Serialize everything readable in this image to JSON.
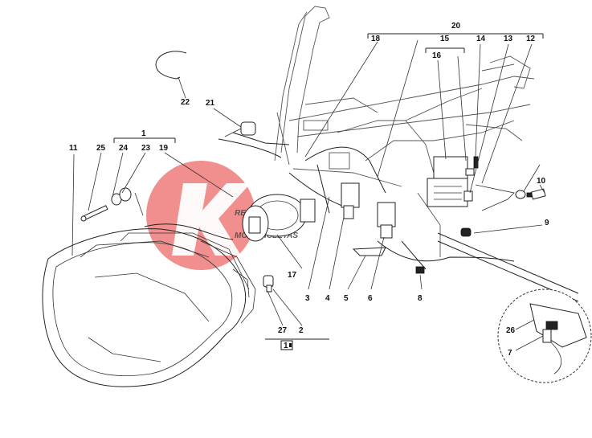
{
  "callouts": [
    {
      "id": "c1",
      "label": "1"
    },
    {
      "id": "c2",
      "label": "2"
    },
    {
      "id": "c3",
      "label": "3"
    },
    {
      "id": "c4",
      "label": "4"
    },
    {
      "id": "c5",
      "label": "5"
    },
    {
      "id": "c6",
      "label": "6"
    },
    {
      "id": "c7",
      "label": "7"
    },
    {
      "id": "c8",
      "label": "8"
    },
    {
      "id": "c9",
      "label": "9"
    },
    {
      "id": "c10",
      "label": "10"
    },
    {
      "id": "c11",
      "label": "11"
    },
    {
      "id": "c12",
      "label": "12"
    },
    {
      "id": "c13",
      "label": "13"
    },
    {
      "id": "c14",
      "label": "14"
    },
    {
      "id": "c15",
      "label": "15"
    },
    {
      "id": "c16",
      "label": "16"
    },
    {
      "id": "c17",
      "label": "17"
    },
    {
      "id": "c18",
      "label": "18"
    },
    {
      "id": "c19",
      "label": "19"
    },
    {
      "id": "c20",
      "label": "20"
    },
    {
      "id": "c21",
      "label": "21"
    },
    {
      "id": "c22",
      "label": "22"
    },
    {
      "id": "c23",
      "label": "23"
    },
    {
      "id": "c24",
      "label": "24"
    },
    {
      "id": "c25",
      "label": "25"
    },
    {
      "id": "c26",
      "label": "26"
    },
    {
      "id": "c27",
      "label": "27"
    }
  ],
  "note_box": {
    "label": "1"
  },
  "watermark": {
    "line1": "REPUESTOS",
    "line2": "MOTOCICLETAS",
    "color": "#e8504d"
  }
}
